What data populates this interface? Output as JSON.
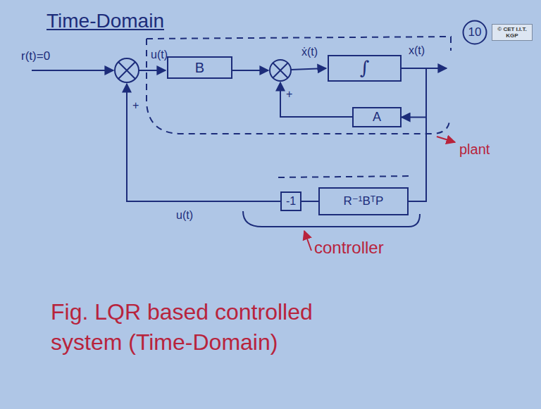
{
  "diagram": {
    "title": "Time-Domain",
    "caption": "Fig. LQR based controlled system (Time-Domain)",
    "nodes": [
      {
        "text": [
          "10"
        ]
      },
      {
        "text": [
          "© CET I.I.T. KGP"
        ]
      },
      {
        "text": [
          "B"
        ]
      },
      {
        "text": [
          "∫"
        ]
      },
      {
        "text": [
          "A"
        ]
      },
      {
        "text": [
          "-1"
        ]
      },
      {
        "text": [
          "R⁻¹BᵀP"
        ]
      }
    ],
    "edges": [
      {
        "from": 3,
        "to": 4,
        "arrow": "to"
      },
      {
        "from": 3,
        "to": 6,
        "arrow": "none"
      },
      {
        "from": 6,
        "to": 5,
        "arrow": "none"
      }
    ],
    "labels": [
      "r(t)=0",
      "u(t)",
      "ẋ(t)",
      "x(t)",
      "+",
      "plant",
      "+",
      "u(t)",
      "controller"
    ]
  }
}
